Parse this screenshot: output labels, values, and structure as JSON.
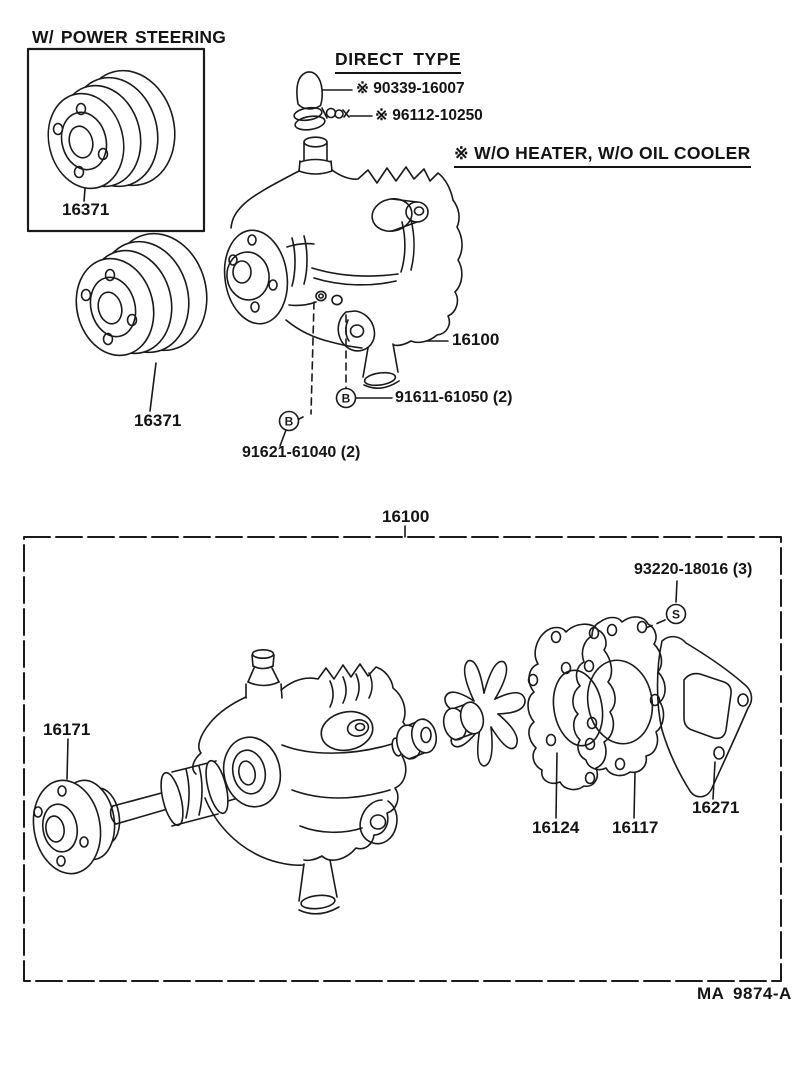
{
  "page": {
    "figure_code": "MA 9874-A",
    "ink_color": "#1a1a1a"
  },
  "power_steering_section": {
    "title": "W/ POWER STEERING",
    "pulley_part": "16371"
  },
  "standard_pulley": {
    "part": "16371"
  },
  "direct_type_section": {
    "title": "DIRECT TYPE",
    "cap_part": "※ 90339-16007",
    "clamp_part": "※ 96112-10250"
  },
  "note": {
    "text": "※ W/O HEATER, W/O OIL COOLER"
  },
  "pump_assembly": {
    "part": "16100",
    "bolt_upper": "91611-61050 (2)",
    "bolt_lower": "91621-61040 (2)",
    "marker_b": "B"
  },
  "exploded_view": {
    "assembly_part": "16100",
    "screw_part": "93220-18016 (3)",
    "marker_s": "S",
    "flange_part": "16171",
    "gasket_part": "16124",
    "plate_part": "16117",
    "outlet_gasket_part": "16271"
  }
}
